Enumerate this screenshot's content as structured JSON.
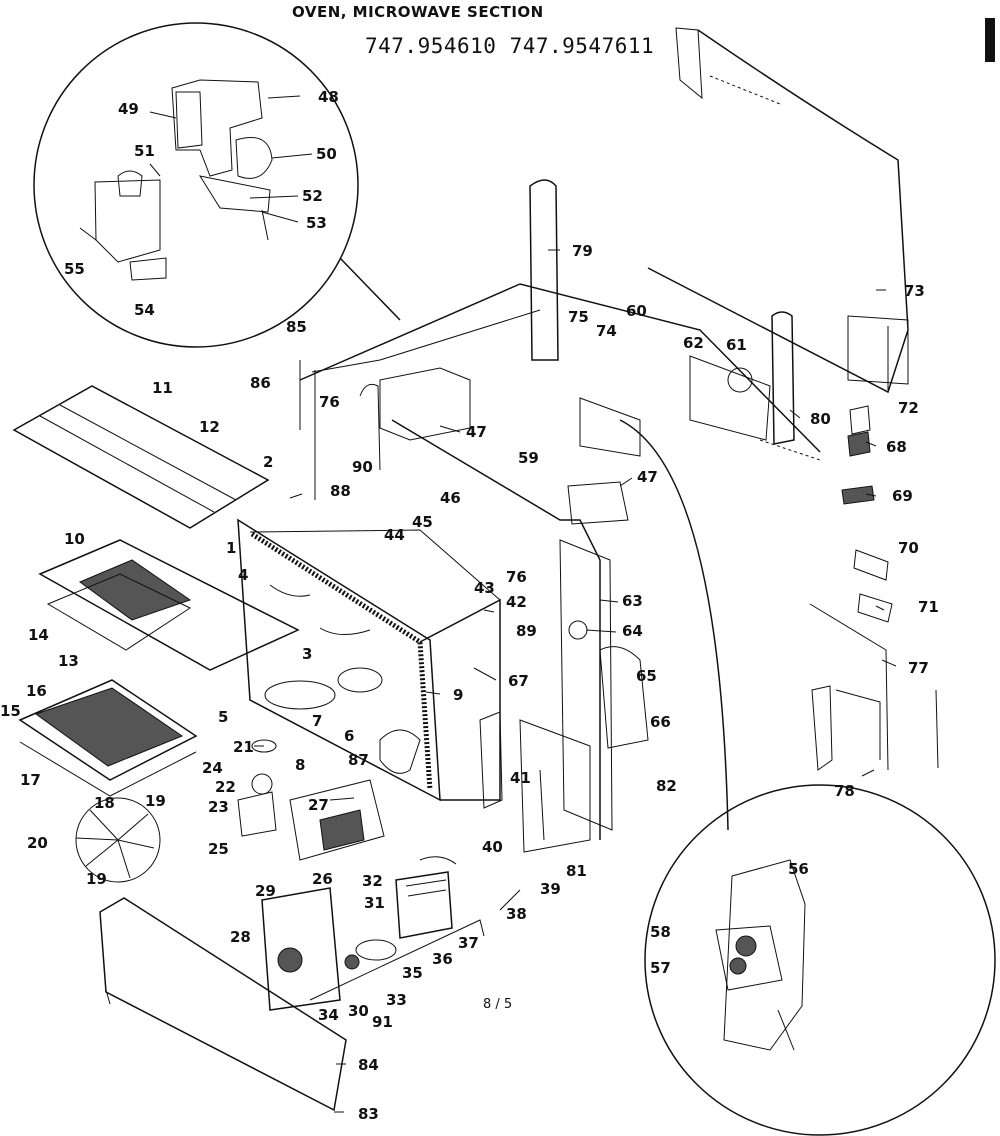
{
  "header": {
    "title": "OVEN, MICROWAVE SECTION",
    "model_numbers": "747.954610 747.9547611"
  },
  "page_number": "8 / 5",
  "callouts": [
    "1",
    "2",
    "3",
    "4",
    "5",
    "6",
    "7",
    "8",
    "9",
    "10",
    "11",
    "12",
    "13",
    "14",
    "15",
    "16",
    "17",
    "18",
    "19",
    "19",
    "20",
    "21",
    "22",
    "23",
    "24",
    "25",
    "26",
    "27",
    "28",
    "29",
    "30",
    "31",
    "32",
    "33",
    "34",
    "35",
    "36",
    "37",
    "38",
    "39",
    "40",
    "41",
    "42",
    "43",
    "44",
    "45",
    "46",
    "47",
    "47",
    "48",
    "49",
    "50",
    "51",
    "52",
    "53",
    "54",
    "55",
    "56",
    "57",
    "58",
    "59",
    "60",
    "61",
    "62",
    "63",
    "64",
    "65",
    "66",
    "67",
    "68",
    "69",
    "70",
    "71",
    "72",
    "73",
    "74",
    "75",
    "76",
    "76",
    "77",
    "78",
    "79",
    "80",
    "81",
    "82",
    "83",
    "84",
    "85",
    "86",
    "87",
    "88",
    "89",
    "90",
    "91"
  ]
}
